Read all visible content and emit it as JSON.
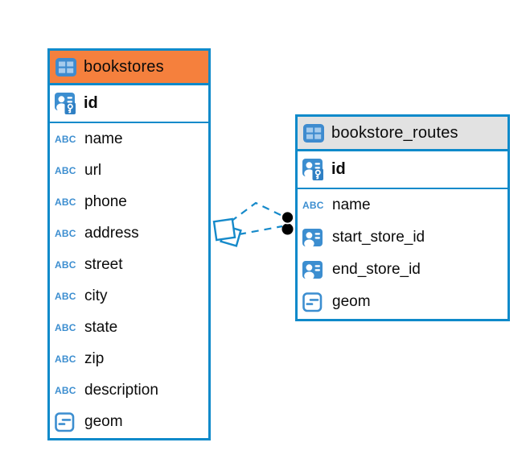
{
  "icons": {
    "text_type_label": "ABC"
  },
  "colors": {
    "table_border": "#0f8aca",
    "bookstores_header": "#f5803d",
    "routes_header": "#e2e2e2",
    "icon_blue": "#3c8ed0",
    "connector_blue": "#168aca",
    "connector_dot": "#000000"
  },
  "diagram": {
    "tables": [
      {
        "title": "bookstores",
        "primary_key": {
          "name": "id",
          "type": "primary-key"
        },
        "columns": [
          {
            "name": "name",
            "type": "text"
          },
          {
            "name": "url",
            "type": "text"
          },
          {
            "name": "phone",
            "type": "text"
          },
          {
            "name": "address",
            "type": "text"
          },
          {
            "name": "street",
            "type": "text"
          },
          {
            "name": "city",
            "type": "text"
          },
          {
            "name": "state",
            "type": "text"
          },
          {
            "name": "zip",
            "type": "text"
          },
          {
            "name": "description",
            "type": "text"
          },
          {
            "name": "geom",
            "type": "geometry"
          }
        ]
      },
      {
        "title": "bookstore_routes",
        "primary_key": {
          "name": "id",
          "type": "primary-key"
        },
        "columns": [
          {
            "name": "name",
            "type": "text"
          },
          {
            "name": "start_store_id",
            "type": "reference"
          },
          {
            "name": "end_store_id",
            "type": "reference"
          },
          {
            "name": "geom",
            "type": "geometry"
          }
        ]
      }
    ],
    "relationship": {
      "style": "dashed",
      "from": "bookstores",
      "to": "bookstore_routes"
    }
  }
}
